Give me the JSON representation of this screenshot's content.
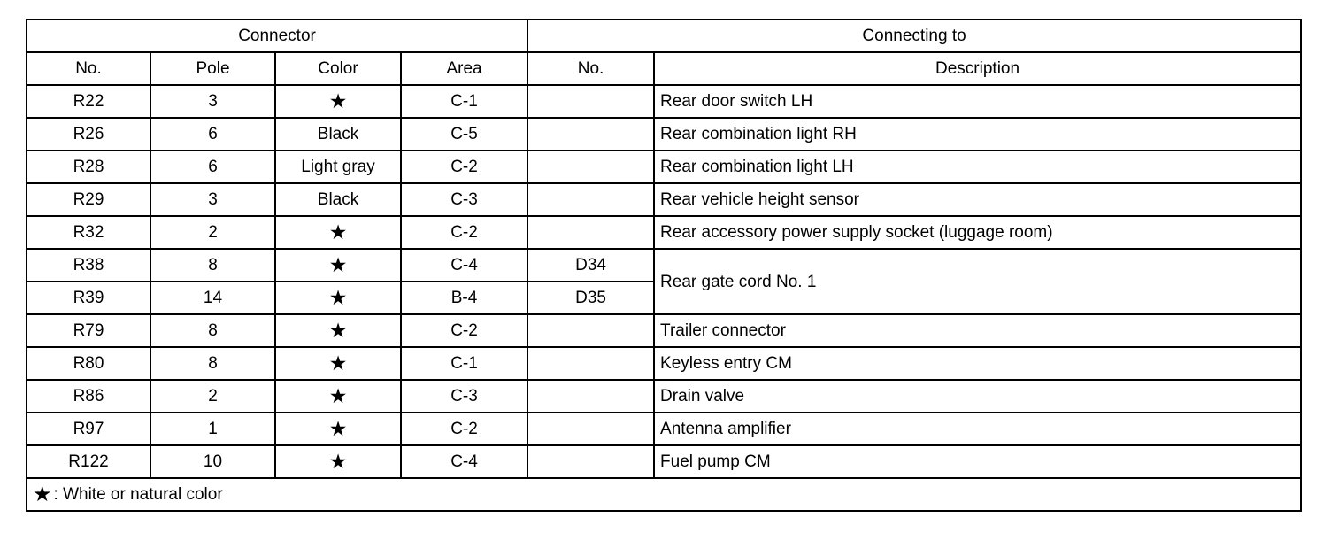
{
  "table": {
    "group_headers": {
      "connector": "Connector",
      "connecting_to": "Connecting to"
    },
    "column_headers": {
      "no": "No.",
      "pole": "Pole",
      "color": "Color",
      "area": "Area",
      "to_no": "No.",
      "description": "Description"
    },
    "star_glyph": "★",
    "rows": [
      {
        "no": "R22",
        "pole": "3",
        "color": "★",
        "area": "C-1",
        "to_no": "",
        "description": "Rear door switch LH"
      },
      {
        "no": "R26",
        "pole": "6",
        "color": "Black",
        "area": "C-5",
        "to_no": "",
        "description": "Rear combination light RH"
      },
      {
        "no": "R28",
        "pole": "6",
        "color": "Light gray",
        "area": "C-2",
        "to_no": "",
        "description": "Rear combination light LH"
      },
      {
        "no": "R29",
        "pole": "3",
        "color": "Black",
        "area": "C-3",
        "to_no": "",
        "description": "Rear vehicle height sensor"
      },
      {
        "no": "R32",
        "pole": "2",
        "color": "★",
        "area": "C-2",
        "to_no": "",
        "description": "Rear accessory power supply socket (luggage room)"
      },
      {
        "no": "R38",
        "pole": "8",
        "color": "★",
        "area": "C-4",
        "to_no": "D34",
        "description": "Rear gate cord No. 1"
      },
      {
        "no": "R39",
        "pole": "14",
        "color": "★",
        "area": "B-4",
        "to_no": "D35",
        "description": ""
      },
      {
        "no": "R79",
        "pole": "8",
        "color": "★",
        "area": "C-2",
        "to_no": "",
        "description": "Trailer connector"
      },
      {
        "no": "R80",
        "pole": "8",
        "color": "★",
        "area": "C-1",
        "to_no": "",
        "description": "Keyless entry CM"
      },
      {
        "no": "R86",
        "pole": "2",
        "color": "★",
        "area": "C-3",
        "to_no": "",
        "description": "Drain valve"
      },
      {
        "no": "R97",
        "pole": "1",
        "color": "★",
        "area": "C-2",
        "to_no": "",
        "description": "Antenna amplifier"
      },
      {
        "no": "R122",
        "pole": "10",
        "color": "★",
        "area": "C-4",
        "to_no": "",
        "description": "Fuel pump CM"
      }
    ],
    "footnote": {
      "symbol": "★",
      "text": ": White or natural color"
    }
  },
  "colors": {
    "border": "#000000",
    "text": "#000000",
    "background": "#ffffff"
  }
}
